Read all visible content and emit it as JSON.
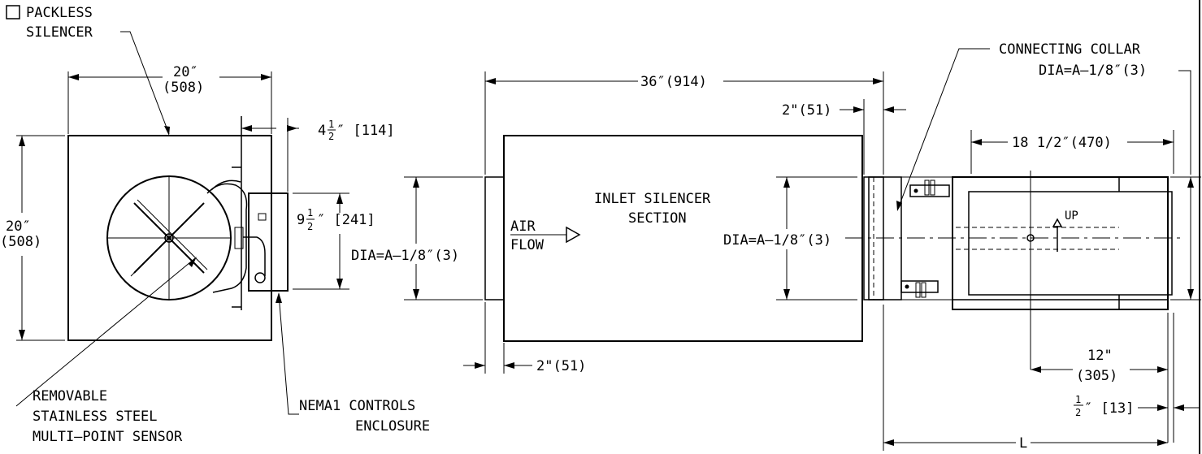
{
  "option_label": "PACKLESS",
  "option_label_2": "SILENCER",
  "left_view": {
    "width_dim_1": "20″",
    "width_dim_2": "(508)",
    "height_dim_1": "20″",
    "height_dim_2": "(508)",
    "enclosure_offset_whole": "4",
    "enclosure_offset_num": "1",
    "enclosure_offset_den": "2",
    "enclosure_offset_rest": "″ [114]",
    "enclosure_height_whole": "9",
    "enclosure_height_num": "1",
    "enclosure_height_den": "2",
    "enclosure_height_rest": "″ [241]",
    "sensor_note_1": "REMOVABLE",
    "sensor_note_2": "STAINLESS STEEL",
    "sensor_note_3": "MULTI–POINT SENSOR",
    "enclosure_note_1": "NEMA1 CONTROLS",
    "enclosure_note_2": "ENCLOSURE"
  },
  "middle_view": {
    "length_dim": "36″(914)",
    "collar_dim": "2\"(51)",
    "inlet_dim": "2\"(51)",
    "inlet_dia": "DIA=A–1/8″(3)",
    "section_title_1": "INLET SILENCER",
    "section_title_2": "SECTION",
    "airflow_1": "AIR",
    "airflow_2": "FLOW",
    "outlet_dia": "DIA=A–1/8″(3)"
  },
  "right_view": {
    "connecting_collar": "CONNECTING COLLAR",
    "outlet_dia": "DIA=A–1/8″(3)",
    "body_length": "18 1/2″(470)",
    "up_label": "UP",
    "offset_dim_1": "12\"",
    "offset_dim_2": "(305)",
    "lip_num": "1",
    "lip_den": "2",
    "lip_rest": "″ [13]",
    "overall_length": "L"
  }
}
